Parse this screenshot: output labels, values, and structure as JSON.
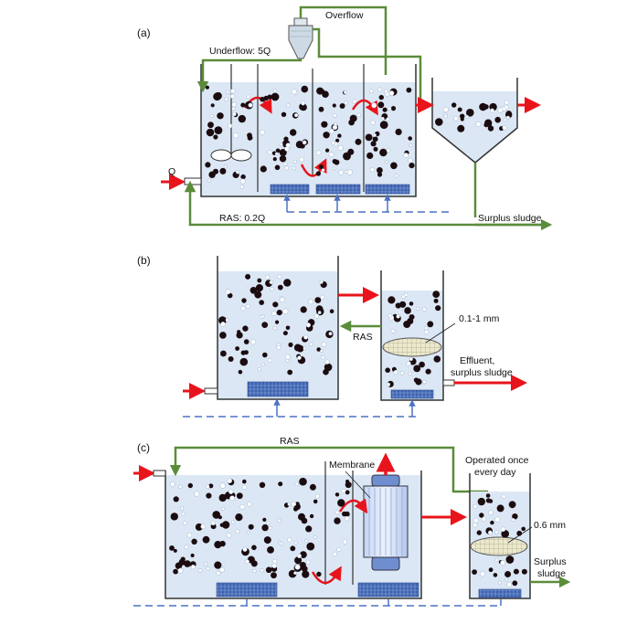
{
  "panel_a": {
    "label": "(a)",
    "overflow": "Overflow",
    "underflow": "Underflow: 5Q",
    "q": "Q",
    "ras": "RAS:  0.2Q",
    "surplus": "Surplus sludge"
  },
  "panel_b": {
    "label": "(b)",
    "ras": "RAS",
    "mesh": "0.1-1 mm",
    "effluent_1": "Effluent,",
    "effluent_2": "surplus sludge"
  },
  "panel_c": {
    "label": "(c)",
    "ras": "RAS",
    "membrane": "Membrane",
    "operated_1": "Operated once",
    "operated_2": "every day",
    "mesh": "0.6 mm",
    "surplus_1": "Surplus",
    "surplus_2": "sludge"
  },
  "colors": {
    "water": "#dbe7f4",
    "tank_wall": "#333333",
    "pipe_green": "#5b8c3a",
    "arrow_red": "#e8141b",
    "air_blue": "#4a72c4",
    "diffuser": "#3c62b0",
    "particle": "#1b0c10",
    "bubble": "#ffffff",
    "membrane": "#6f8ed0",
    "mesh": "#e9e6c8"
  }
}
